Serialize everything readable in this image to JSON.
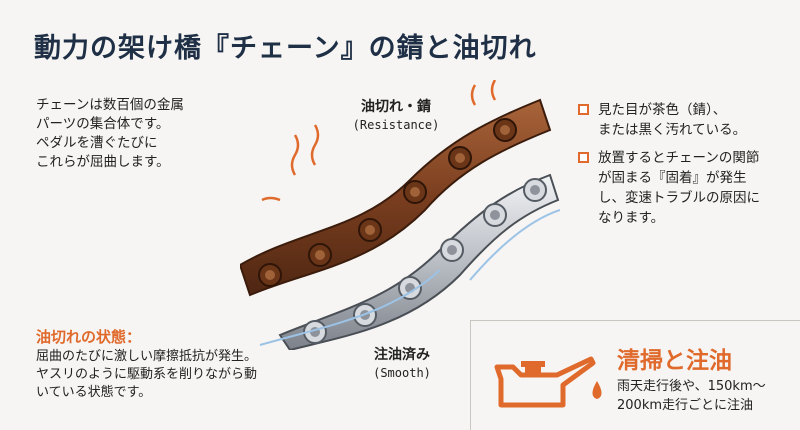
{
  "title": "動力の架け橋『チェーン』の錆と油切れ",
  "intro": {
    "lines": [
      "チェーンは数百個の金属",
      "パーツの集合体です。",
      "ペダルを漕ぐたびに",
      "これらが屈曲します。"
    ]
  },
  "labels": {
    "dry_jp": "油切れ・錆",
    "dry_en": "(Resistance)",
    "oiled_jp": "注油済み",
    "oiled_en": "(Smooth)"
  },
  "checklist": [
    {
      "lines": [
        "見た目が茶色（錆）、",
        "または黒く汚れている。"
      ]
    },
    {
      "lines": [
        "放置するとチェーンの関節",
        "が固まる『固着』が発生",
        "し、変速トラブルの原因に",
        "なります。"
      ]
    }
  ],
  "state": {
    "heading": "油切れの状態：",
    "lines": [
      "屈曲のたびに激しい摩擦抵抗が発生。",
      "ヤスリのように駆動系を削りながら動",
      "いている状態です。"
    ]
  },
  "cleaning": {
    "title": "清掃と注油",
    "lines": [
      "雨天走行後や、150km〜",
      "200km走行ごとに注油"
    ]
  },
  "colors": {
    "accent": "#e06a2c",
    "title": "#1f2f46",
    "rust": "#8a4a26",
    "steel": "#c9ccd1"
  },
  "icons": {
    "checkbox": "checkbox-icon",
    "oil_can": "oil-can-icon",
    "heat_arrows": "heat-arrow-icon"
  }
}
